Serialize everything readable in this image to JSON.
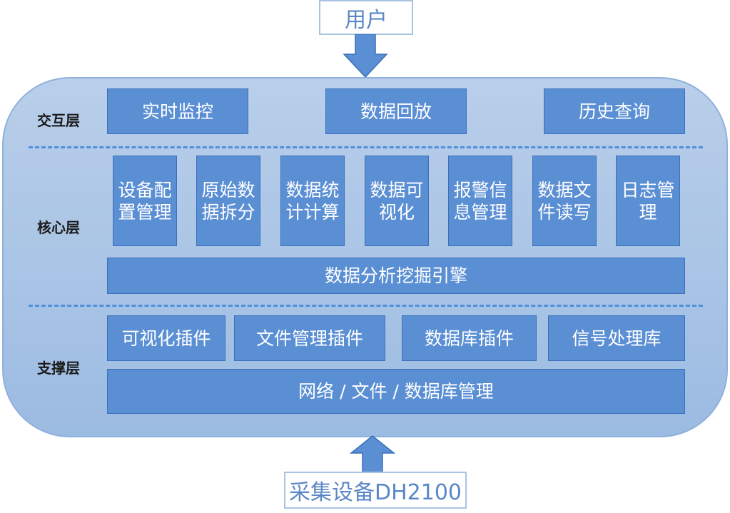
{
  "top": {
    "user": "用户"
  },
  "bottom": {
    "device": "采集设备DH2100"
  },
  "layers": {
    "interaction": {
      "label": "交互层",
      "items": [
        "实时监控",
        "数据回放",
        "历史查询"
      ]
    },
    "core": {
      "label": "核心层",
      "modules": [
        "设备配置管理",
        "原始数据拆分",
        "数据统计计算",
        "数据可视化",
        "报警信息管理",
        "数据文件读写",
        "日志管理"
      ],
      "engine": "数据分析挖掘引擎"
    },
    "support": {
      "label": "支撑层",
      "plugins": [
        "可视化插件",
        "文件管理插件",
        "数据库插件",
        "信号处理库"
      ],
      "base": "网络 / 文件 / 数据库管理"
    }
  },
  "colors": {
    "block": "#5b8fd4",
    "panel": "#a8c2e5",
    "separator": "#4f8fdc",
    "arrow": "#5b8fd4"
  }
}
